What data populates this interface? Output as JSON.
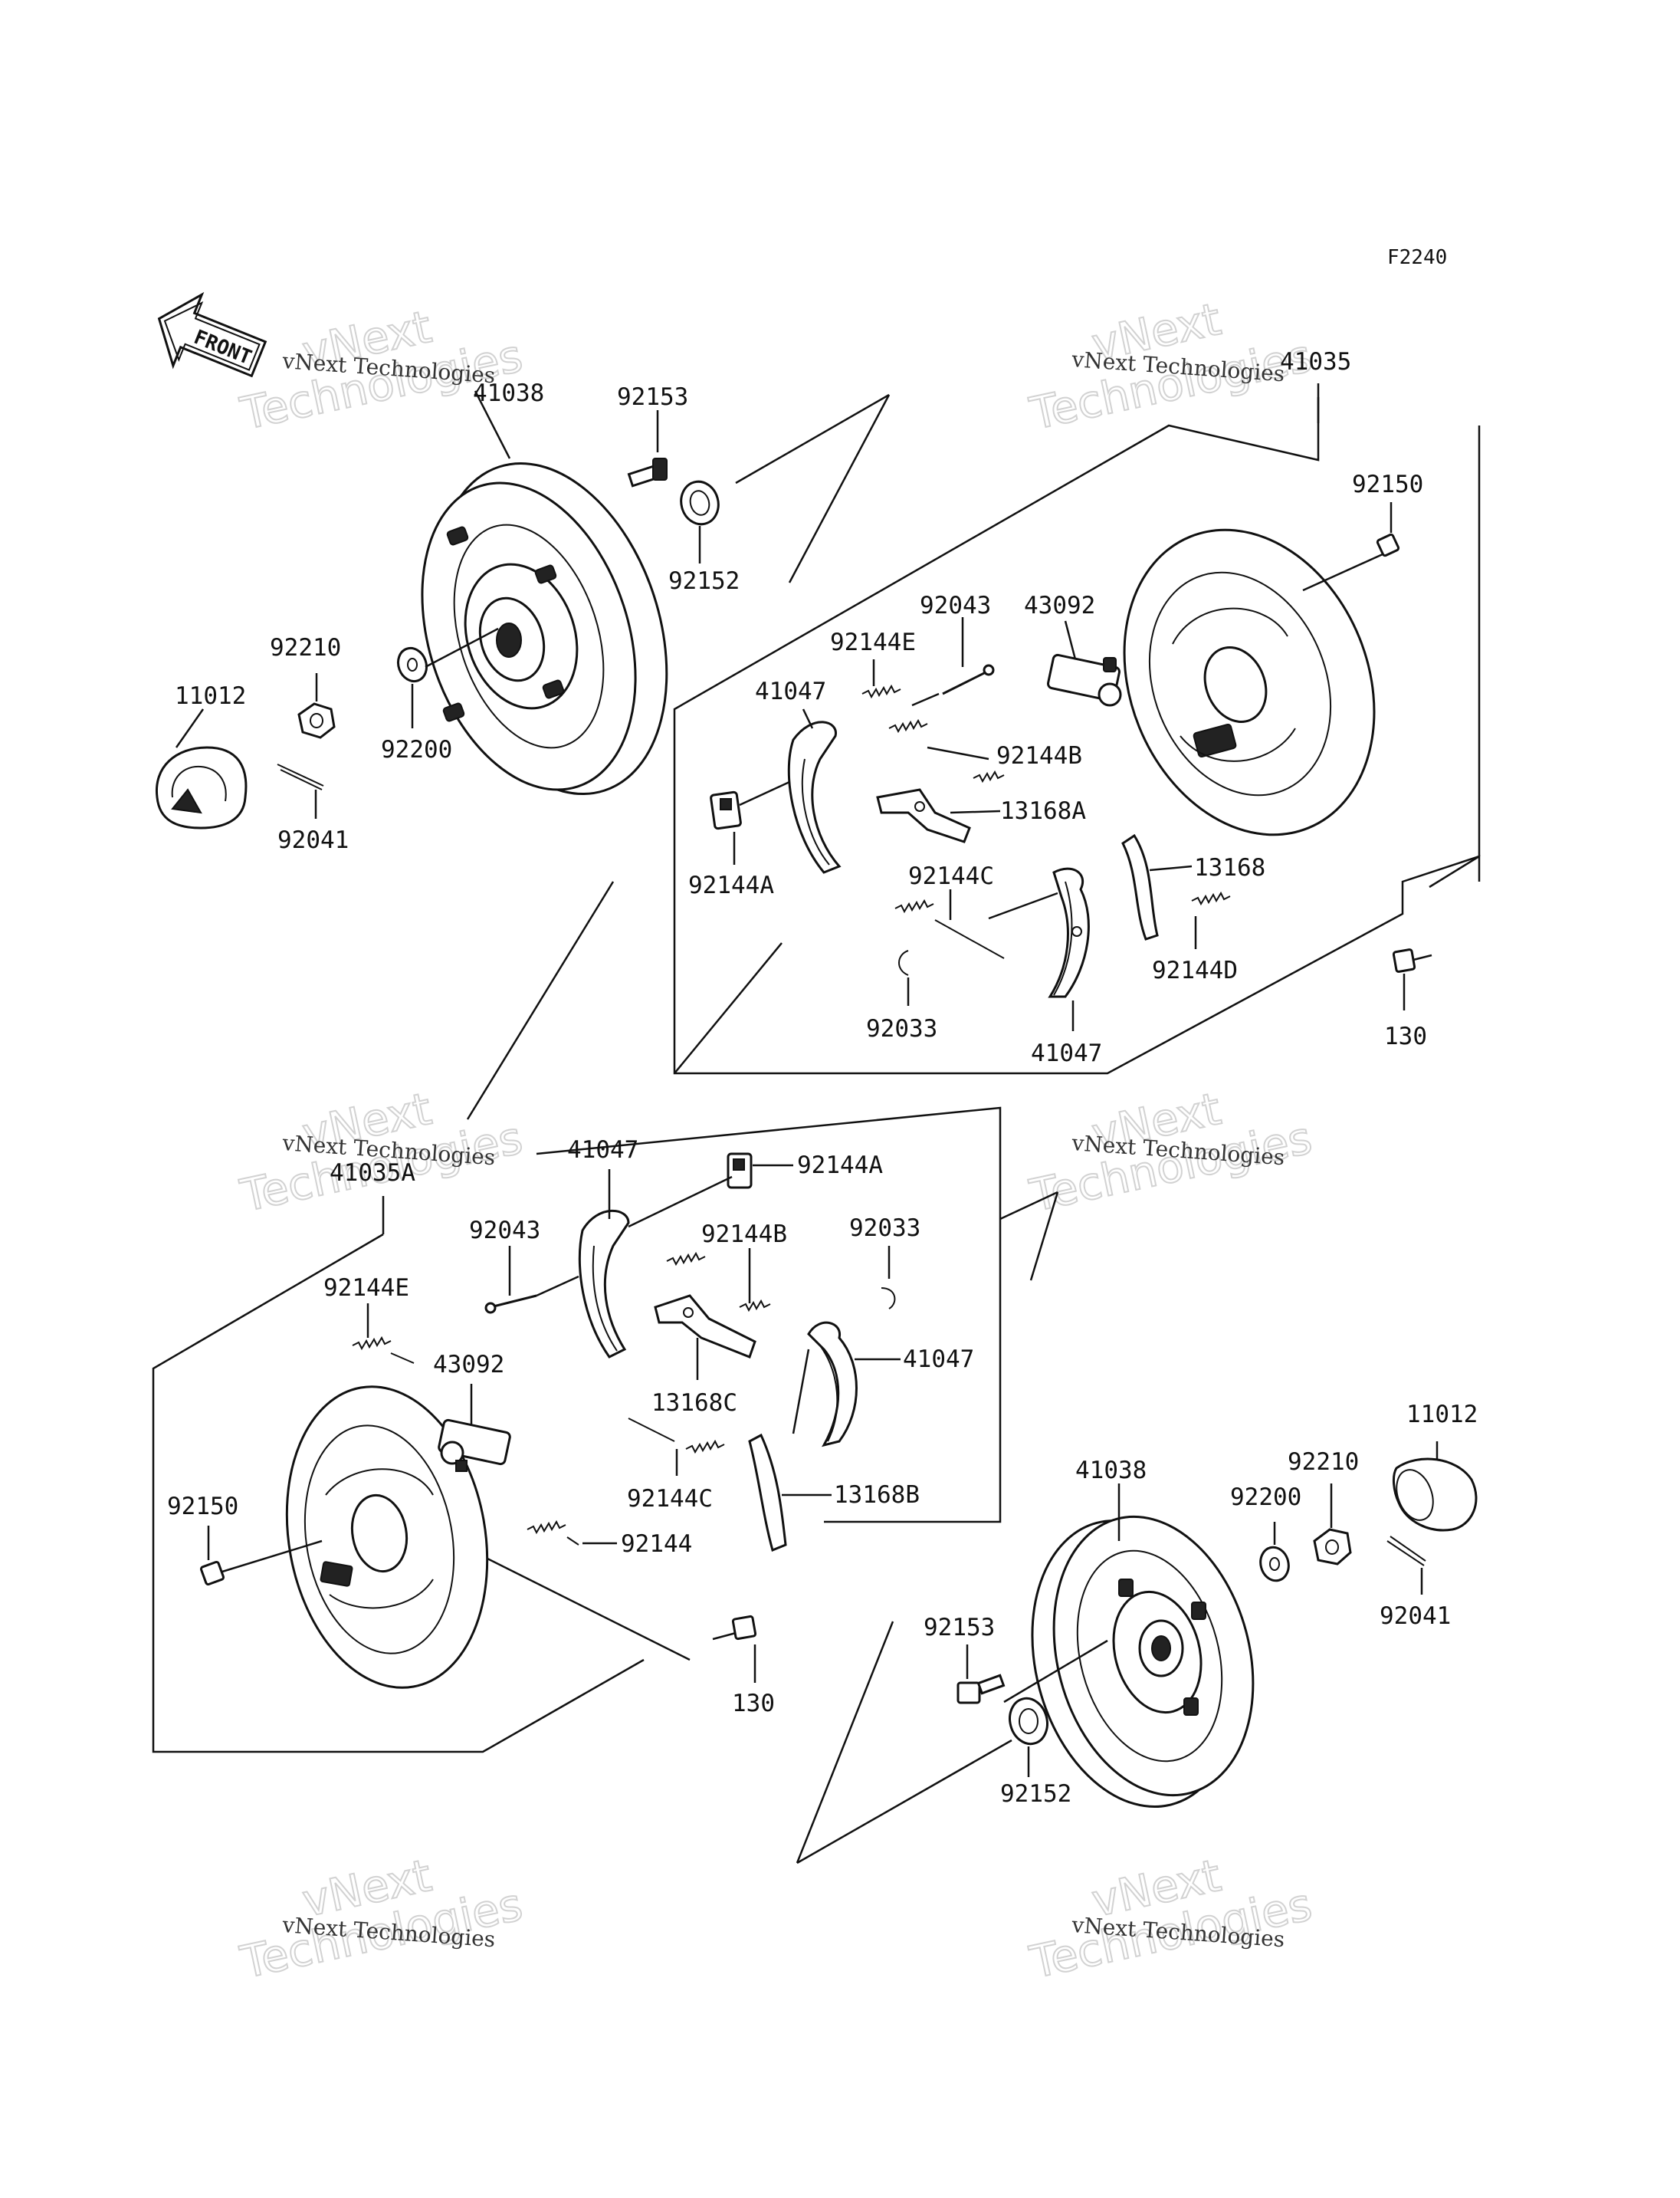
{
  "figure_code": "F2240",
  "front_label": "FRONT",
  "watermark": {
    "line1": "vNext Technologies",
    "line2": "vNext",
    "line3": "Technologies"
  },
  "upper_group": {
    "drum": "41038",
    "bolt": "92153",
    "washer": "92152",
    "nut": "92210",
    "flat_washer": "92200",
    "cap": "11012",
    "cotter_pin": "92041",
    "panel_assy": "41035",
    "panel_bolt": "92150",
    "pin": "92043",
    "wheel_cylinder": "43092",
    "spring_e": "92144E",
    "spring_b": "92144B",
    "shoe_left": "41047",
    "lever_a": "13168A",
    "clip_a": "92144A",
    "spring_c": "92144C",
    "lever": "13168",
    "spring_d": "92144D",
    "e_clip": "92033",
    "shoe_right": "41047",
    "bleeder": "130"
  },
  "lower_group": {
    "panel_assy": "41035A",
    "shoe_top": "41047",
    "clip_a": "92144A",
    "pin": "92043",
    "spring_b": "92144B",
    "e_clip": "92033",
    "spring_e": "92144E",
    "wheel_cylinder": "43092",
    "lever_c": "13168C",
    "shoe_right": "41047",
    "panel_bolt": "92150",
    "spring_c": "92144C",
    "lever_b": "13168B",
    "spring": "92144",
    "bleeder": "130",
    "drum": "41038",
    "cap": "11012",
    "nut": "92210",
    "flat_washer": "92200",
    "bolt": "92153",
    "cotter_pin": "92041",
    "washer": "92152"
  }
}
